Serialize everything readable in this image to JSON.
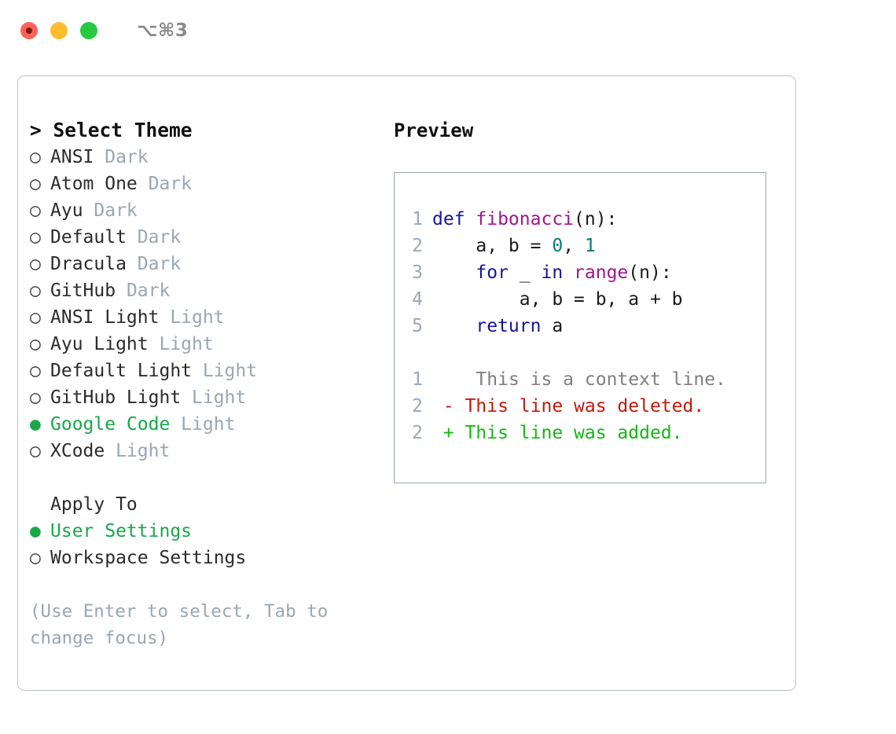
{
  "titlebar": {
    "shortcut": "⌥⌘3",
    "buttons": [
      {
        "name": "close",
        "color": "#ff6159"
      },
      {
        "name": "minimize",
        "color": "#ffbd2e"
      },
      {
        "name": "zoom",
        "color": "#27c93f"
      }
    ]
  },
  "theme_panel": {
    "heading": "> Select Theme",
    "bullet_unselected": "○",
    "bullet_selected": "●",
    "items": [
      {
        "label": "ANSI",
        "tag": "Dark",
        "selected": false
      },
      {
        "label": "Atom One",
        "tag": "Dark",
        "selected": false
      },
      {
        "label": "Ayu",
        "tag": "Dark",
        "selected": false
      },
      {
        "label": "Default",
        "tag": "Dark",
        "selected": false
      },
      {
        "label": "Dracula",
        "tag": "Dark",
        "selected": false
      },
      {
        "label": "GitHub",
        "tag": "Dark",
        "selected": false
      },
      {
        "label": "ANSI Light",
        "tag": "Light",
        "selected": false
      },
      {
        "label": "Ayu Light",
        "tag": "Light",
        "selected": false
      },
      {
        "label": "Default Light",
        "tag": "Light",
        "selected": false
      },
      {
        "label": "GitHub Light",
        "tag": "Light",
        "selected": false
      },
      {
        "label": "Google Code",
        "tag": "Light",
        "selected": true
      },
      {
        "label": "XCode",
        "tag": "Light",
        "selected": false
      }
    ]
  },
  "apply_to": {
    "heading": "Apply To",
    "items": [
      {
        "label": "User Settings",
        "selected": true
      },
      {
        "label": "Workspace Settings",
        "selected": false
      }
    ]
  },
  "hint": "(Use Enter to select, Tab to change focus)",
  "preview": {
    "title": "Preview",
    "code_lines": [
      {
        "n": "1",
        "tokens": [
          {
            "t": "def ",
            "c": "kw"
          },
          {
            "t": "fibonacci",
            "c": "fn"
          },
          {
            "t": "(n):",
            "c": "pl"
          }
        ]
      },
      {
        "n": "2",
        "tokens": [
          {
            "t": "    a, b = ",
            "c": "pl"
          },
          {
            "t": "0",
            "c": "num"
          },
          {
            "t": ", ",
            "c": "pl"
          },
          {
            "t": "1",
            "c": "num"
          }
        ]
      },
      {
        "n": "3",
        "tokens": [
          {
            "t": "    ",
            "c": "pl"
          },
          {
            "t": "for",
            "c": "kw"
          },
          {
            "t": " _ ",
            "c": "pl"
          },
          {
            "t": "in",
            "c": "kw"
          },
          {
            "t": " ",
            "c": "pl"
          },
          {
            "t": "range",
            "c": "fn"
          },
          {
            "t": "(n):",
            "c": "pl"
          }
        ]
      },
      {
        "n": "4",
        "tokens": [
          {
            "t": "        a, b = b, a + b",
            "c": "pl"
          }
        ]
      },
      {
        "n": "5",
        "tokens": [
          {
            "t": "    ",
            "c": "pl"
          },
          {
            "t": "return",
            "c": "kw"
          },
          {
            "t": " a",
            "c": "pl"
          }
        ]
      }
    ],
    "diff_lines": [
      {
        "n": "1",
        "marker": " ",
        "text": "  This is a context line.",
        "kind": "diff-ctx"
      },
      {
        "n": "2",
        "marker": "-",
        "text": " This line was deleted.",
        "kind": "diff-del"
      },
      {
        "n": "2",
        "marker": "+",
        "text": " This line was added.",
        "kind": "diff-add"
      }
    ]
  },
  "colors": {
    "accent_green": "#18a848",
    "tag_gray": "#9aa6b5",
    "border": "#b9c2ce",
    "preview_border": "#9aa7b8",
    "keyword": "#1515a0",
    "function": "#a0158e",
    "number": "#0b7a75",
    "diff_deleted": "#c01a0c",
    "diff_added": "#14b814",
    "diff_context": "#7f7f7f"
  }
}
